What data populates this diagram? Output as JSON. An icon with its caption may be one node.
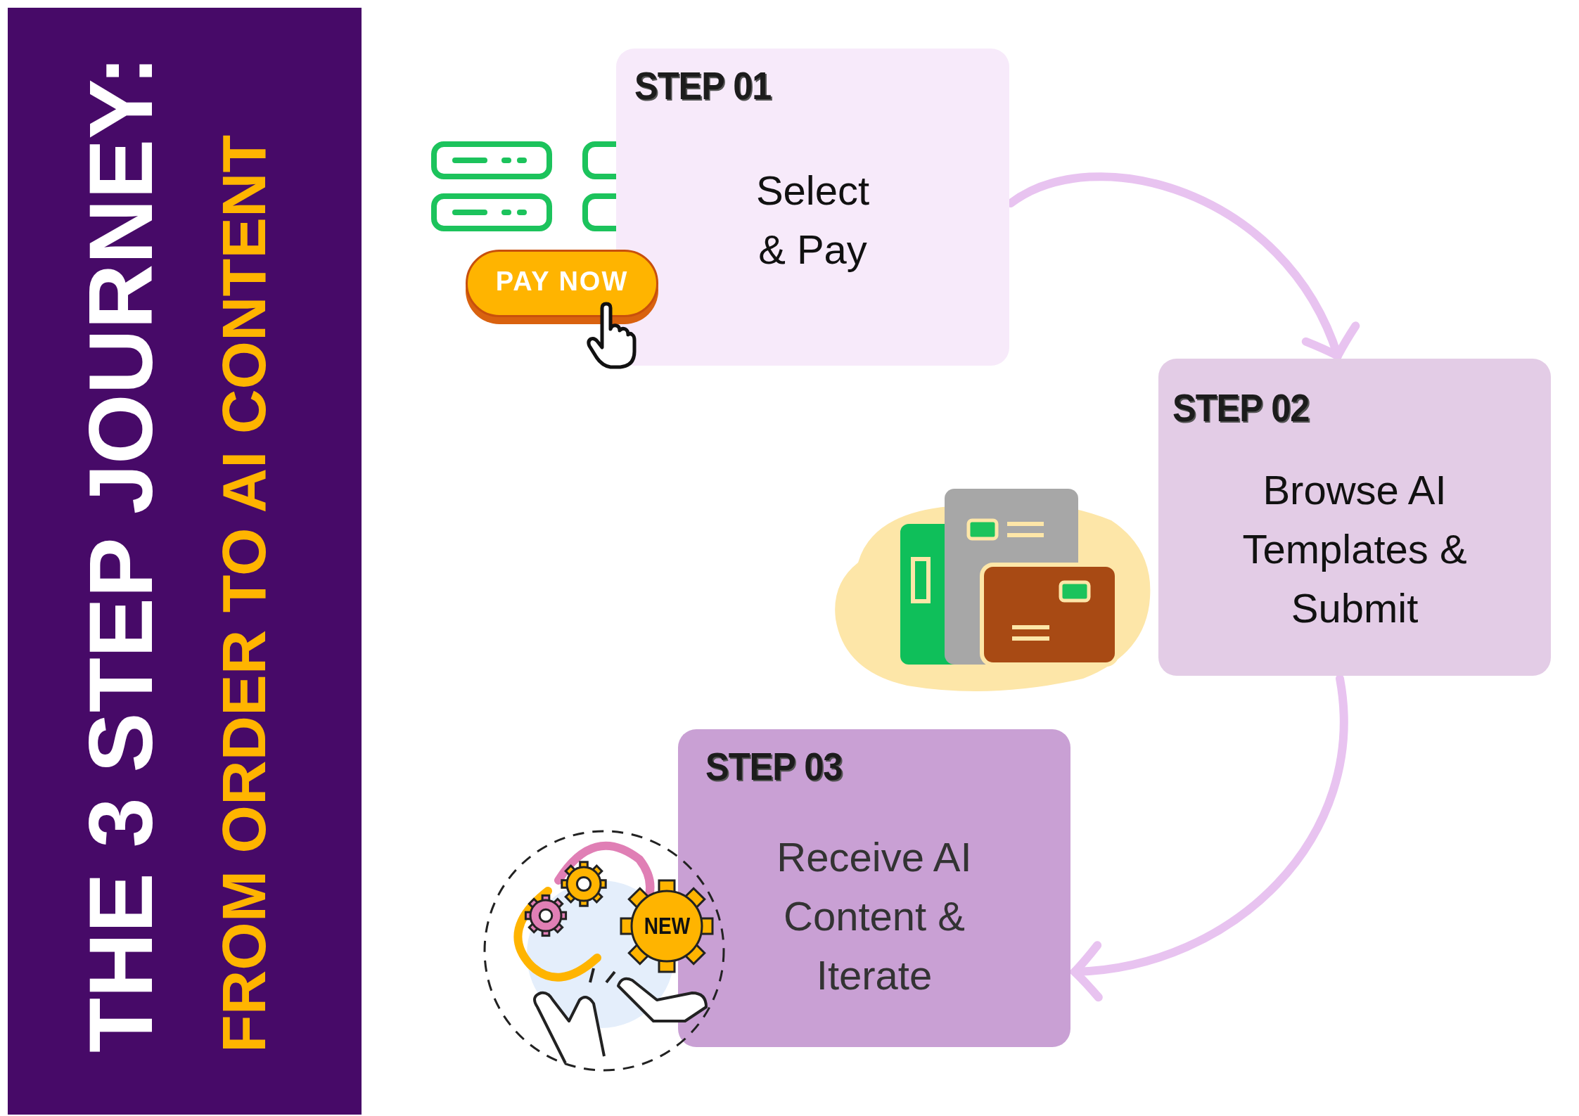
{
  "diagram": {
    "title": "THE 3 STEP JOURNEY:",
    "nodes": [
      {
        "text": [
          "STEP 01",
          "Select & Pay"
        ]
      },
      {
        "text": [
          "STEP 02",
          "Browse AI Templates & Submit"
        ]
      },
      {
        "text": [
          "STEP 03",
          "Receive AI Content & Iterate"
        ]
      }
    ],
    "edges": [
      {
        "from": 0,
        "to": 1,
        "arrow": "to"
      },
      {
        "from": 1,
        "to": 2,
        "arrow": "to"
      }
    ],
    "labels": [
      "FROM ORDER TO AI CONTENT",
      "PAY NOW",
      "NEW"
    ]
  }
}
